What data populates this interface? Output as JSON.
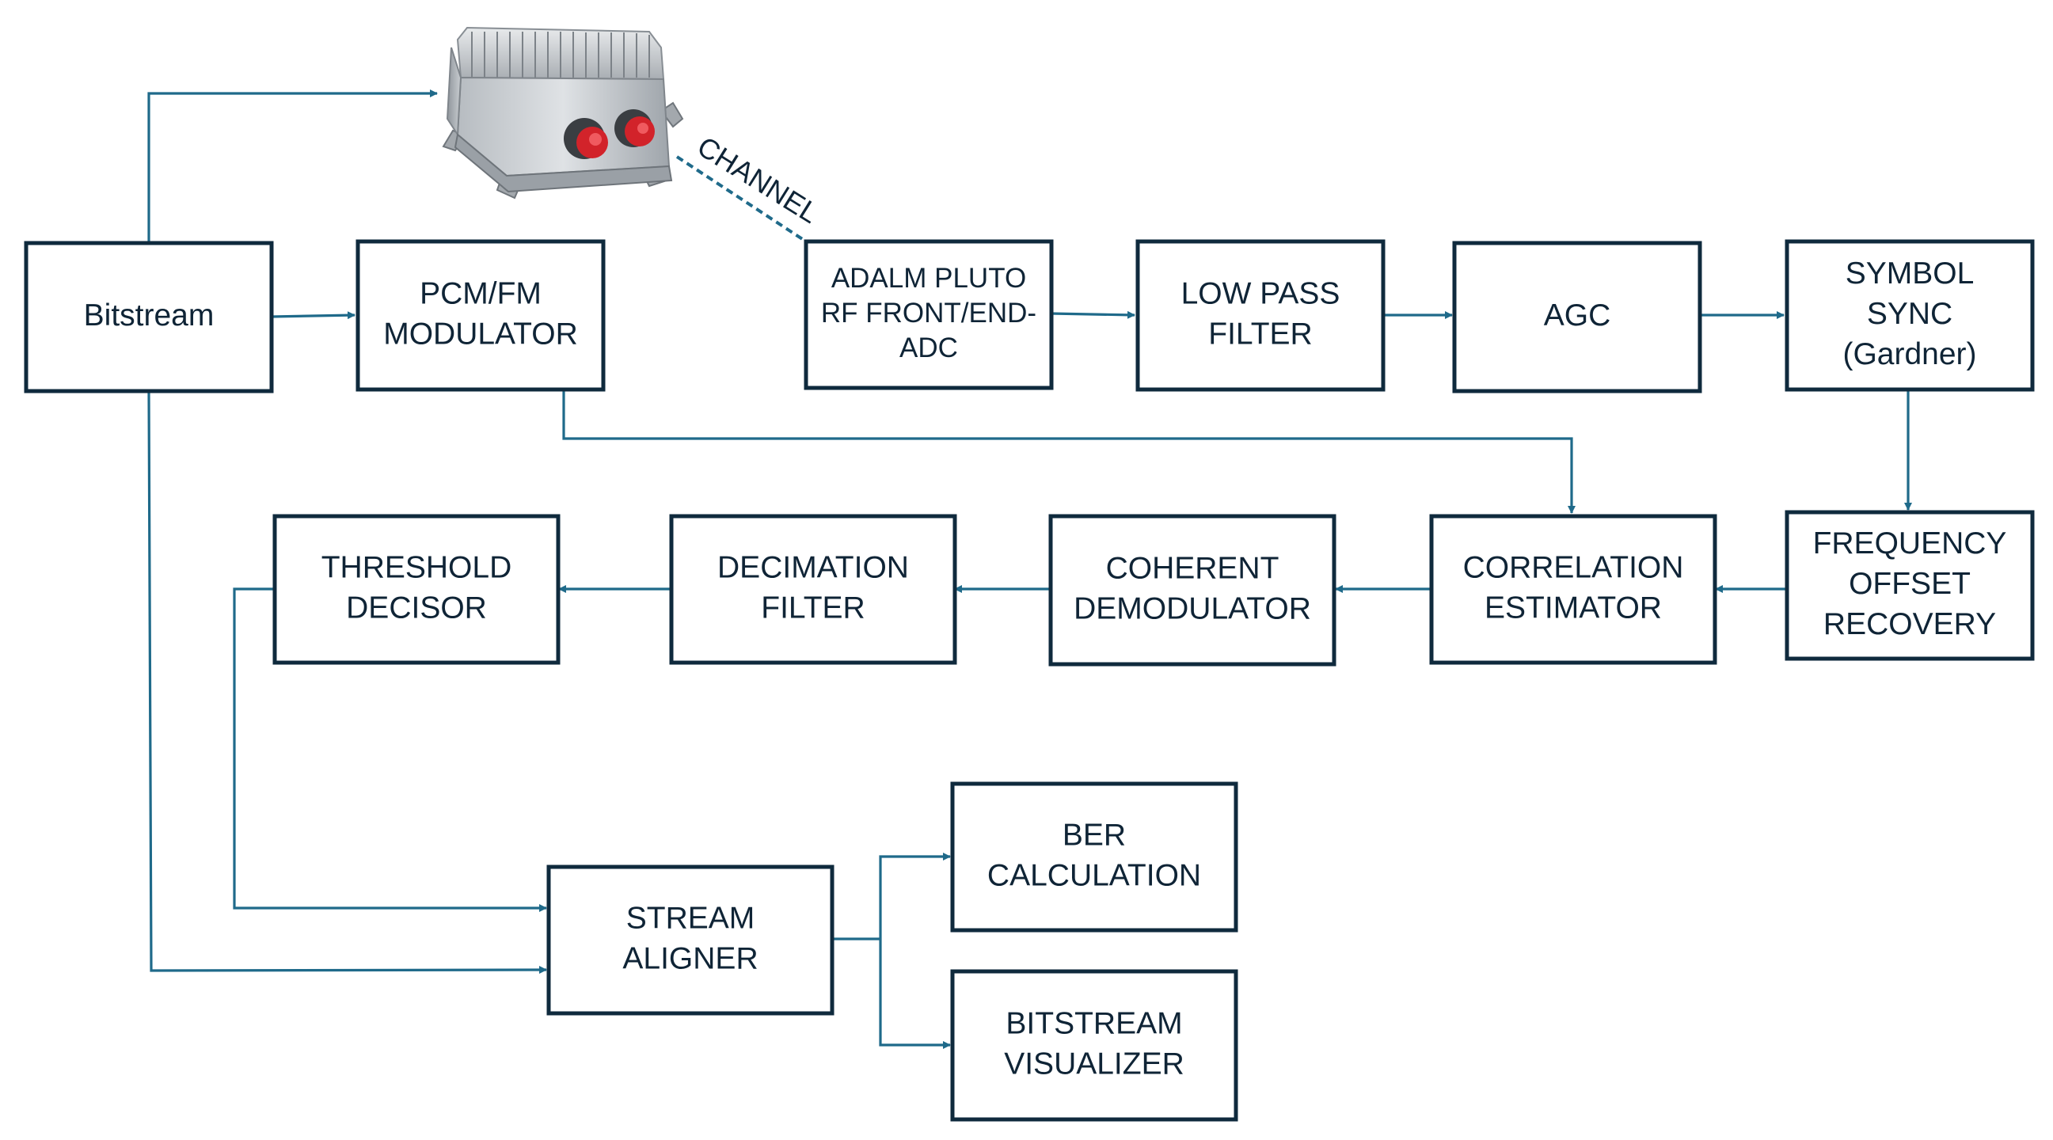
{
  "colors": {
    "box_border": "#0f2a3d",
    "arrow": "#1f6a8a",
    "text": "#0f2436",
    "device_metal": "#c4c8cc",
    "device_connector": "#d2232a"
  },
  "device": {
    "icon": "radio-transceiver-icon"
  },
  "channel": {
    "label": "CHANNEL"
  },
  "blocks": {
    "bitstream": [
      "Bitstream"
    ],
    "pcm_fm_modulator": [
      "PCM/FM",
      "MODULATOR"
    ],
    "adalm_pluto": [
      "ADALM PLUTO",
      "RF FRONT/END-",
      "ADC"
    ],
    "low_pass_filter": [
      "LOW PASS",
      "FILTER"
    ],
    "agc": [
      "AGC"
    ],
    "symbol_sync": [
      "SYMBOL",
      "SYNC",
      "(Gardner)"
    ],
    "frequency_offset_recovery": [
      "FREQUENCY",
      "OFFSET",
      "RECOVERY"
    ],
    "correlation_estimator": [
      "CORRELATION",
      "ESTIMATOR"
    ],
    "coherent_demodulator": [
      "COHERENT",
      "DEMODULATOR"
    ],
    "decimation_filter": [
      "DECIMATION",
      "FILTER"
    ],
    "threshold_decisor": [
      "THRESHOLD",
      "DECISOR"
    ],
    "stream_aligner": [
      "STREAM",
      "ALIGNER"
    ],
    "ber_calculation": [
      "BER",
      "CALCULATION"
    ],
    "bitstream_visualizer": [
      "BITSTREAM",
      "VISUALIZER"
    ]
  }
}
